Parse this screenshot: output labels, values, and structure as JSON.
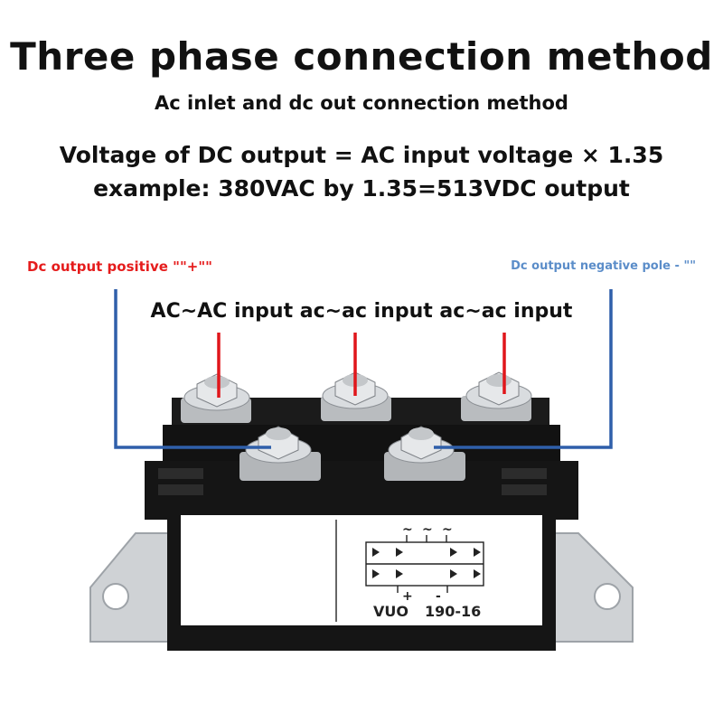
{
  "header": {
    "title": "Three phase connection method",
    "subtitle": "Ac inlet and dc out connection method",
    "formula_line1": "Voltage of DC output = AC input voltage × 1.35",
    "formula_line2": "example: 380VAC by 1.35=513VDC output"
  },
  "labels": {
    "dc_positive": "Dc output positive \"\"+\"\"",
    "dc_negative": "Dc output negative pole - \"\"",
    "ac_inputs": "AC~AC input ac~ac input ac~ac input"
  },
  "device": {
    "model_left": "VUO",
    "model_right": "190-16",
    "ac_symbols": [
      "~",
      "~",
      "~"
    ],
    "dc_plus": "+",
    "dc_minus": "-"
  },
  "colors": {
    "positive_label": "#e51c1c",
    "negative_label": "#5b8dc9",
    "wire_blue": "#2f5faa",
    "wire_red": "#e0161b",
    "module_body": "#151515"
  }
}
